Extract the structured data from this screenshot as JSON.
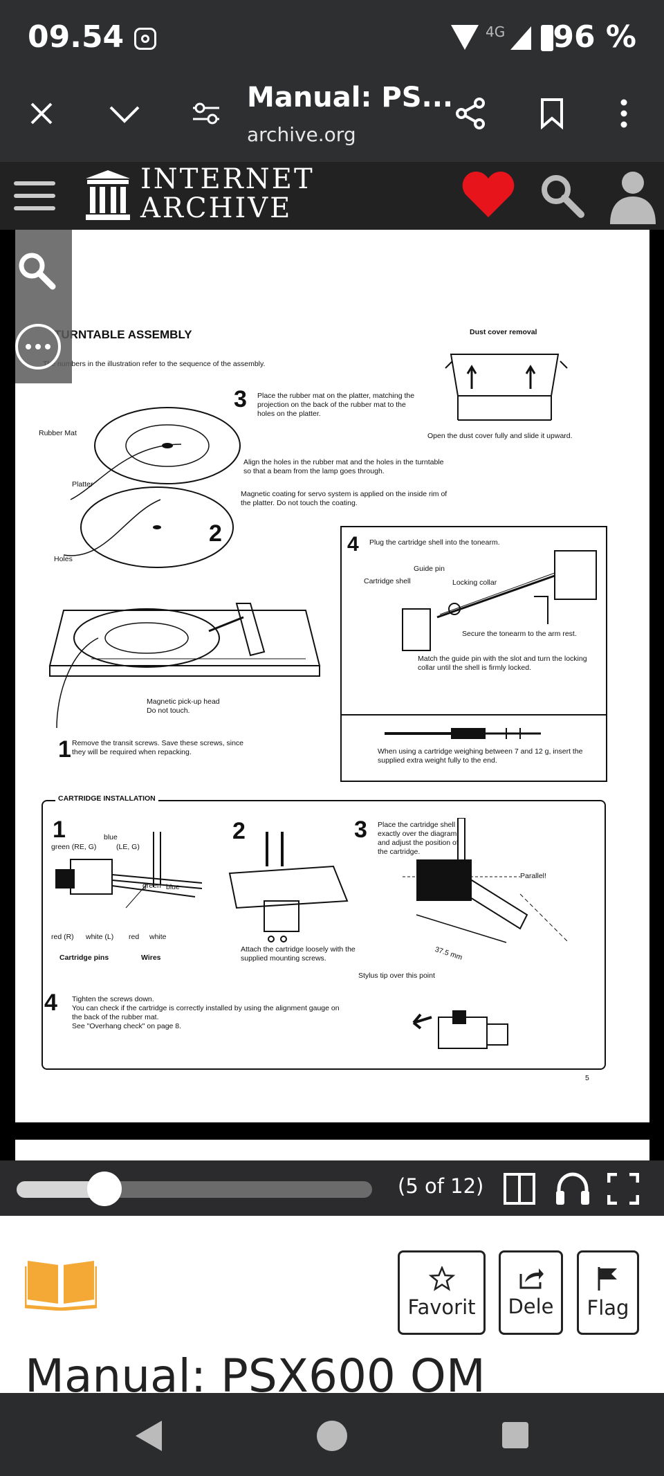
{
  "status_bar": {
    "time": "09.54",
    "network": "4G",
    "battery": "96 %"
  },
  "browser": {
    "title": "Manual: PS...",
    "url": "archive.org"
  },
  "archive_header": {
    "word1": "INTERNET",
    "word2": "ARCHIVE"
  },
  "manual_page": {
    "heading": "TURNTABLE ASSEMBLY",
    "intro": "The numbers in the illustration refer to the sequence of the assembly.",
    "dust_title": "Dust cover removal",
    "dust_caption": "Open the dust cover fully and slide it upward.",
    "step3_text": "Place the rubber mat on the platter, matching the projection on the back of the rubber mat to the holes on the platter.",
    "align_text": "Align the holes in the rubber mat and the holes in the turntable so that a beam from the lamp goes through.",
    "magnetic_text": "Magnetic coating for servo system is applied on the inside rim of the platter. Do not touch the coating.",
    "rubber_mat": "Rubber Mat",
    "platter": "Platter",
    "holes": "Holes",
    "pickup": "Magnetic pick-up head",
    "pickup2": "Do not touch.",
    "step1_text": "Remove the transit screws. Save these screws, since they will be required when repacking.",
    "step4_text": "Plug the cartridge shell into the tonearm.",
    "guide_pin": "Guide pin",
    "cart_shell": "Cartridge shell",
    "locking_collar": "Locking collar",
    "secure_text": "Secure the tonearm to the arm rest.",
    "match_text": "Match the guide pin with the slot and turn the locking collar until the shell is firmly locked.",
    "weight_text": "When using a cartridge weighing between 7 and 12 g, insert the supplied extra weight fully to the end.",
    "cart_install": "CARTRIDGE INSTALLATION",
    "ci_green_re": "green (RE, G)",
    "ci_blue": "blue",
    "ci_le": "(LE, G)",
    "ci_green": "green",
    "ci_blue2": "blue",
    "ci_red": "red (R)",
    "ci_white": "white (L)",
    "ci_red2": "red",
    "ci_white2": "white",
    "ci_pins": "Cartridge pins",
    "ci_wires": "Wires",
    "ci2_text": "Attach the cartridge loosely with the supplied mounting screws.",
    "ci3_text": "Place the cartridge shell exactly over the diagram and adjust the position of the cartridge.",
    "parallel": "Parallel!",
    "mm": "37.5 mm",
    "stylus": "Stylus tip over this point",
    "ci4_text1": "Tighten the screws down.",
    "ci4_text2": "You can check if the cartridge is correctly installed by using the alignment gauge on the back of the rubber mat.",
    "ci4_text3": "See \"Overhang check\" on page 8.",
    "page_number": "5",
    "n1": "1",
    "n2": "2",
    "n3": "3",
    "n4": "4"
  },
  "reader": {
    "page_count": "(5 of 12)",
    "progress": 0.22
  },
  "actions": {
    "favorite": "Favorit",
    "share": "Dele",
    "flag": "Flag"
  },
  "item_title": "Manual: PSX600 OM",
  "colors": {
    "heart": "#e8141c",
    "book": "#f4a836"
  }
}
